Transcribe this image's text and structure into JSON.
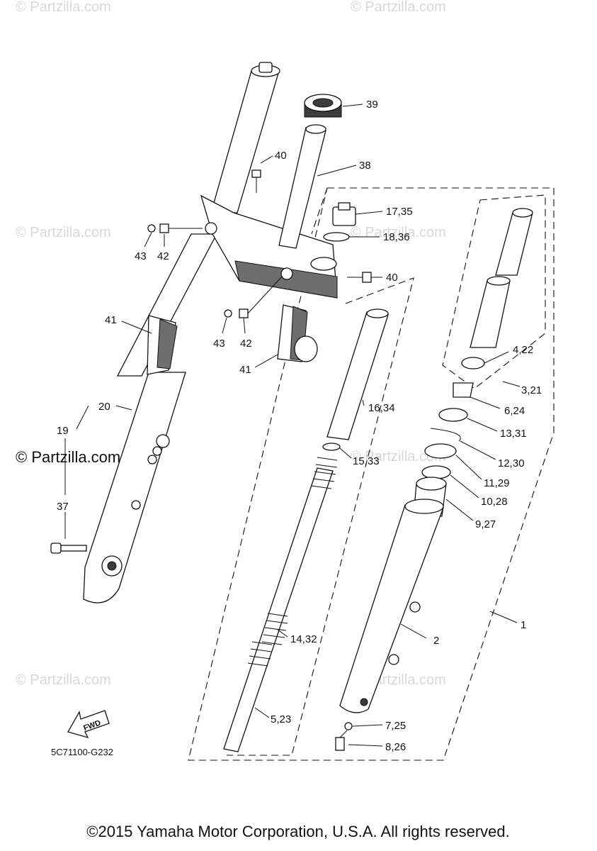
{
  "watermarks": [
    "© Partzilla.com",
    "© Partzilla.com",
    "© Partzilla.com",
    "© Partzilla.com",
    "© Partzilla.com",
    "© Partzilla.com",
    "© Partzilla.com",
    "© Partzilla.com"
  ],
  "watermark_main": "© Partzilla.com",
  "callouts": {
    "c39": "39",
    "c40a": "40",
    "c38": "38",
    "c1735": "17,35",
    "c1836": "18,36",
    "c43a": "43",
    "c42a": "42",
    "c40b": "40",
    "c41a": "41",
    "c43b": "43",
    "c42b": "42",
    "c41b": "41",
    "c1634": "16,34",
    "c422": "4,22",
    "c321": "3,21",
    "c624": "6,24",
    "c1331": "13,31",
    "c20": "20",
    "c19": "19",
    "c1230": "12,30",
    "c1533": "15,33",
    "c1129": "11,29",
    "c1028": "10,28",
    "c927": "9,27",
    "c37": "37",
    "c1": "1",
    "c1432": "14,32",
    "c2": "2",
    "c523": "5,23",
    "c725": "7,25",
    "c826": "8,26"
  },
  "fwd_label": "FWD",
  "diagram_code": "5C71100-G232",
  "copyright": "©2015 Yamaha Motor Corporation, U.S.A. All rights reserved."
}
